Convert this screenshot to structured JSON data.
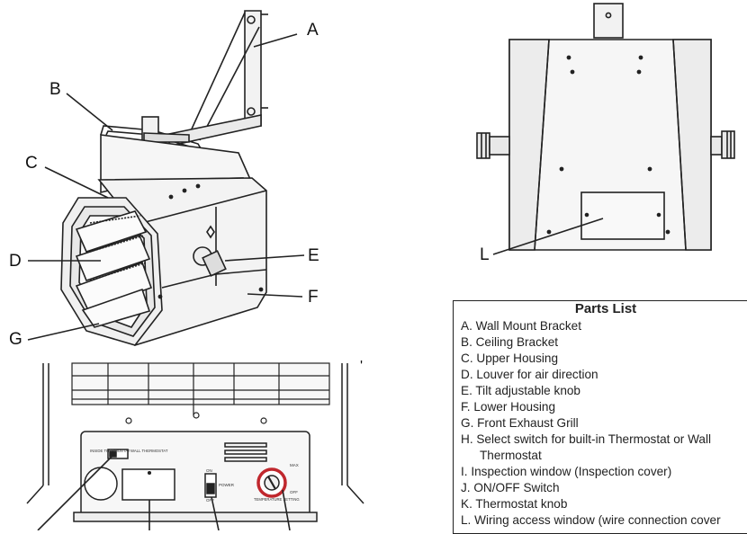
{
  "callouts": {
    "a": "A",
    "b": "B",
    "c": "C",
    "d": "D",
    "e": "E",
    "f": "F",
    "g": "G",
    "l": "L",
    "stray_mark": "'"
  },
  "control_panel": {
    "inside_thermostat": "INSIDE THERMOSTAT",
    "wall_thermostat": "WALL THERMOSTAT",
    "on": "ON",
    "power": "POWER",
    "off": "OFF",
    "max": "MAX",
    "dial_off": "OFF",
    "temperature_setting": "TEMPERATURE SETTING"
  },
  "parts_list": {
    "title": "Parts List",
    "items": [
      {
        "text": "A. Wall Mount Bracket"
      },
      {
        "text": "B. Ceiling Bracket"
      },
      {
        "text": "C. Upper Housing"
      },
      {
        "text": "D. Louver for air direction"
      },
      {
        "text": "E. Tilt adjustable knob"
      },
      {
        "text": "F.  Lower Housing"
      },
      {
        "text": "G. Front Exhaust Grill"
      },
      {
        "text": "H. Select switch for built-in Thermostat or Wall",
        "cont": "Thermostat"
      },
      {
        "text": " I. Inspection window (Inspection cover)"
      },
      {
        "text": "J. ON/OFF Switch"
      },
      {
        "text": "K. Thermostat knob"
      },
      {
        "text": "L. Wiring access window (wire connection cover"
      }
    ]
  },
  "colors": {
    "line": "#222222",
    "fill": "#f4f4f4",
    "shade": "#d8d8d8",
    "dial_red": "#c0272d"
  }
}
